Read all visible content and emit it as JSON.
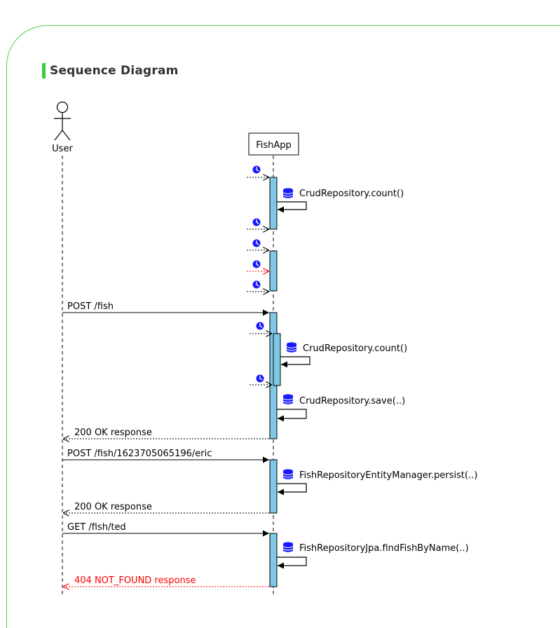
{
  "title": "Sequence Diagram",
  "colors": {
    "frame": "#4cd24c",
    "title_bar": "#3bcf3b",
    "activation_fill": "#7ec8e6",
    "icon": "#1a1aff",
    "error": "#ff0000",
    "line": "#000000"
  },
  "participants": [
    {
      "id": "user",
      "label": "User",
      "kind": "actor"
    },
    {
      "id": "fishapp",
      "label": "FishApp",
      "kind": "box"
    }
  ],
  "self_calls": [
    {
      "label": "CrudRepository.count()",
      "icon": "database-icon"
    },
    {
      "label": "CrudRepository.count()",
      "icon": "database-icon"
    },
    {
      "label": "CrudRepository.save(..)",
      "icon": "database-icon"
    },
    {
      "label": "FishRepositoryEntityManager.persist(..)",
      "icon": "database-icon"
    },
    {
      "label": "FishRepositoryJpa.findFishByName(..)",
      "icon": "database-icon"
    }
  ],
  "timer_events": [
    {
      "icon": "clock-icon",
      "status": "ok"
    },
    {
      "icon": "clock-icon",
      "status": "ok"
    },
    {
      "icon": "clock-icon",
      "status": "ok"
    },
    {
      "icon": "clock-icon",
      "status": "error"
    },
    {
      "icon": "clock-icon",
      "status": "ok"
    },
    {
      "icon": "clock-icon",
      "status": "ok"
    },
    {
      "icon": "clock-icon",
      "status": "ok"
    }
  ],
  "messages": [
    {
      "label": "POST /fish",
      "kind": "request"
    },
    {
      "label": "200 OK response",
      "kind": "response"
    },
    {
      "label": "POST /fish/1623705065196/eric",
      "kind": "request"
    },
    {
      "label": "200 OK response",
      "kind": "response"
    },
    {
      "label": "GET /fish/ted",
      "kind": "request"
    },
    {
      "label": "404 NOT_FOUND response",
      "kind": "error-response"
    }
  ]
}
